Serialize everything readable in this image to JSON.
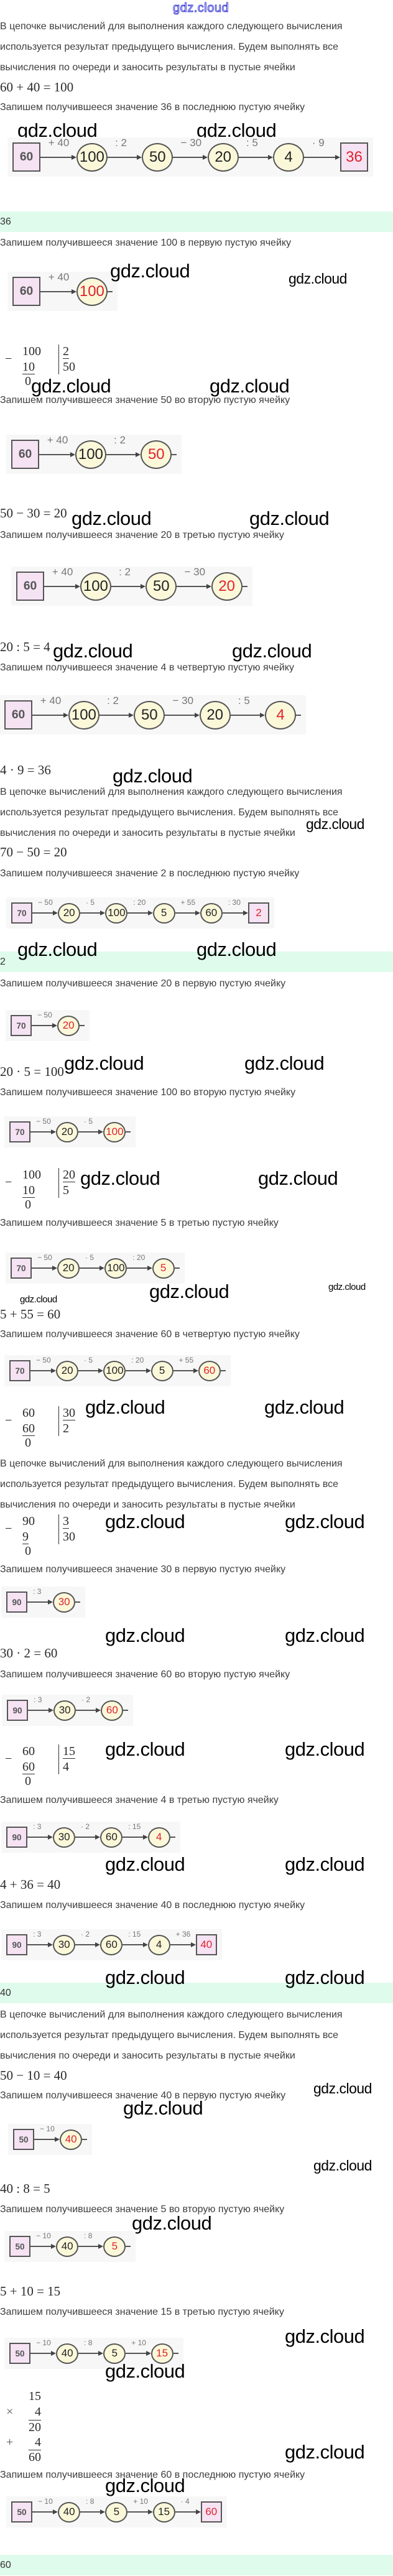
{
  "logo": "gdz.cloud",
  "watermark": "gdz.cloud",
  "colors": {
    "highlight": "#e2222b",
    "answer_bg": "#dffbec",
    "box_fill": "#f5e2f3",
    "circle_fill": "#fbf8da",
    "logo": "#3535d4"
  },
  "intro_lines": [
    "В цепочке вычислений для выполнения каждого следующего вычисления",
    "используется результат предыдущего вычисления. Будем выполнять все",
    "вычисления по очереди и заносить результаты в пустые ячейки"
  ],
  "s1": {
    "f1": "60 + 40 = 100",
    "n_last": "Запишем получившееся значение 36 в последнюю пустую ячейку",
    "answer": "36",
    "n1": "Запишем получившееся значение 100 в первую пустую ячейку",
    "div": {
      "dividend": "100",
      "sub": "10",
      "rem": "0",
      "divisor": "2",
      "quotient": "50"
    },
    "n2": "Запишем получившееся значение 50 во вторую пустую ячейку",
    "f2": "50 − 30 = 20",
    "n3": "Запишем получившееся значение 20 в третью пустую ячейку",
    "f3": "20 : 5 = 4",
    "n4": "Запишем получившееся значение 4 в четвертую пустую ячейку",
    "f4": "4 · 9 = 36",
    "chains": [
      {
        "full": true,
        "red": 5,
        "ops": [
          "+ 40",
          ": 2",
          "− 30",
          ": 5",
          "· 9"
        ],
        "nodes": [
          {
            "value": "60",
            "shape": "box"
          },
          {
            "value": "100",
            "shape": "circle"
          },
          {
            "value": "50",
            "shape": "circle"
          },
          {
            "value": "20",
            "shape": "circle"
          },
          {
            "value": "4",
            "shape": "circle"
          },
          {
            "value": "36",
            "shape": "box"
          }
        ]
      },
      {
        "full": false,
        "red": 1,
        "ops": [
          "+ 40"
        ],
        "nodes": [
          {
            "value": "60",
            "shape": "box"
          },
          {
            "value": "100",
            "shape": "circle"
          }
        ]
      },
      {
        "full": false,
        "red": 2,
        "ops": [
          "+ 40",
          ": 2"
        ],
        "nodes": [
          {
            "value": "60",
            "shape": "box"
          },
          {
            "value": "100",
            "shape": "circle"
          },
          {
            "value": "50",
            "shape": "circle"
          }
        ]
      },
      {
        "full": false,
        "red": 3,
        "ops": [
          "+ 40",
          ": 2",
          "− 30"
        ],
        "nodes": [
          {
            "value": "60",
            "shape": "box"
          },
          {
            "value": "100",
            "shape": "circle"
          },
          {
            "value": "50",
            "shape": "circle"
          },
          {
            "value": "20",
            "shape": "circle"
          }
        ]
      },
      {
        "full": false,
        "red": 4,
        "ops": [
          "+ 40",
          ": 2",
          "− 30",
          ": 5"
        ],
        "nodes": [
          {
            "value": "60",
            "shape": "box"
          },
          {
            "value": "100",
            "shape": "circle"
          },
          {
            "value": "50",
            "shape": "circle"
          },
          {
            "value": "20",
            "shape": "circle"
          },
          {
            "value": "4",
            "shape": "circle"
          }
        ]
      }
    ]
  },
  "s2": {
    "f1": "70 − 50 = 20",
    "n_last": "Запишем получившееся значение 2 в последнюю пустую ячейку",
    "answer": "2",
    "n1": "Запишем получившееся значение 20 в первую пустую ячейку",
    "f2": "20 · 5 = 100",
    "n2": "Запишем получившееся значение 100 во вторую пустую ячейку",
    "div1": {
      "dividend": "100",
      "sub": "10",
      "rem": "0",
      "divisor": "20",
      "quotient": "5"
    },
    "n3": "Запишем получившееся значение 5 в третью пустую ячейку",
    "f3": "5 + 55 = 60",
    "n4": "Запишем получившееся значение 60 в четвертую пустую ячейку",
    "div2": {
      "dividend": "60",
      "sub": "60",
      "rem": "0",
      "divisor": "30",
      "quotient": "2"
    },
    "chains": [
      {
        "full": true,
        "red": 5,
        "ops": [
          "− 50",
          "· 5",
          ": 20",
          "+ 55",
          ": 30"
        ],
        "nodes": [
          {
            "value": "70",
            "shape": "box"
          },
          {
            "value": "20",
            "shape": "circle"
          },
          {
            "value": "100",
            "shape": "circle"
          },
          {
            "value": "5",
            "shape": "circle"
          },
          {
            "value": "60",
            "shape": "circle"
          },
          {
            "value": "2",
            "shape": "box"
          }
        ]
      },
      {
        "full": false,
        "red": 1,
        "ops": [
          "− 50"
        ],
        "nodes": [
          {
            "value": "70",
            "shape": "box"
          },
          {
            "value": "20",
            "shape": "circle"
          }
        ]
      },
      {
        "full": false,
        "red": 2,
        "ops": [
          "− 50",
          "· 5"
        ],
        "nodes": [
          {
            "value": "70",
            "shape": "box"
          },
          {
            "value": "20",
            "shape": "circle"
          },
          {
            "value": "100",
            "shape": "circle"
          }
        ]
      },
      {
        "full": false,
        "red": 3,
        "ops": [
          "− 50",
          "· 5",
          ": 20"
        ],
        "nodes": [
          {
            "value": "70",
            "shape": "box"
          },
          {
            "value": "20",
            "shape": "circle"
          },
          {
            "value": "100",
            "shape": "circle"
          },
          {
            "value": "5",
            "shape": "circle"
          }
        ]
      },
      {
        "full": false,
        "red": 4,
        "ops": [
          "− 50",
          "· 5",
          ": 20",
          "+ 55"
        ],
        "nodes": [
          {
            "value": "70",
            "shape": "box"
          },
          {
            "value": "20",
            "shape": "circle"
          },
          {
            "value": "100",
            "shape": "circle"
          },
          {
            "value": "5",
            "shape": "circle"
          },
          {
            "value": "60",
            "shape": "circle"
          }
        ]
      }
    ]
  },
  "s3": {
    "div1": {
      "dividend": "90",
      "sub": "9",
      "rem": "0",
      "divisor": "3",
      "quotient": "30"
    },
    "n1": "Запишем получившееся значение 30 в первую пустую ячейку",
    "f1": "30 · 2 = 60",
    "n2": "Запишем получившееся значение 60 во вторую пустую ячейку",
    "div2": {
      "dividend": "60",
      "sub": "60",
      "rem": "0",
      "divisor": "15",
      "quotient": "4"
    },
    "n3": "Запишем получившееся значение 4 в третью пустую ячейку",
    "f2": "4 + 36 = 40",
    "n_last": "Запишем получившееся значение 40 в последнюю пустую ячейку",
    "answer": "40",
    "chains": [
      {
        "full": false,
        "red": 1,
        "ops": [
          ": 3"
        ],
        "nodes": [
          {
            "value": "90",
            "shape": "box"
          },
          {
            "value": "30",
            "shape": "circle"
          }
        ]
      },
      {
        "full": false,
        "red": 2,
        "ops": [
          ": 3",
          "· 2"
        ],
        "nodes": [
          {
            "value": "90",
            "shape": "box"
          },
          {
            "value": "30",
            "shape": "circle"
          },
          {
            "value": "60",
            "shape": "circle"
          }
        ]
      },
      {
        "full": false,
        "red": 3,
        "ops": [
          ": 3",
          "· 2",
          ": 15"
        ],
        "nodes": [
          {
            "value": "90",
            "shape": "box"
          },
          {
            "value": "30",
            "shape": "circle"
          },
          {
            "value": "60",
            "shape": "circle"
          },
          {
            "value": "4",
            "shape": "circle"
          }
        ]
      },
      {
        "full": true,
        "red": 4,
        "ops": [
          ": 3",
          "· 2",
          ": 15",
          "+ 36"
        ],
        "nodes": [
          {
            "value": "90",
            "shape": "box"
          },
          {
            "value": "30",
            "shape": "circle"
          },
          {
            "value": "60",
            "shape": "circle"
          },
          {
            "value": "4",
            "shape": "circle"
          },
          {
            "value": "40",
            "shape": "box"
          }
        ]
      }
    ]
  },
  "s4": {
    "f1": "50 − 10 = 40",
    "n1": "Запишем получившееся значение 40 в первую пустую ячейку",
    "f2": "40 : 8 = 5",
    "n2": "Запишем получившееся значение 5 во вторую пустую ячейку",
    "f3": "5 + 10 = 15",
    "n3": "Запишем получившееся значение 15 в третью пустую ячейку",
    "mult": {
      "a": "15",
      "b": "4",
      "p1": "20",
      "add": "4",
      "result": "60",
      "times_sign": "×",
      "plus_sign": "+"
    },
    "n_last": "Запишем получившееся значение 60 в последнюю пустую ячейку",
    "answer": "60",
    "chains": [
      {
        "full": false,
        "red": 1,
        "ops": [
          "− 10"
        ],
        "nodes": [
          {
            "value": "50",
            "shape": "box"
          },
          {
            "value": "40",
            "shape": "circle"
          }
        ]
      },
      {
        "full": false,
        "red": 2,
        "ops": [
          "− 10",
          ": 8"
        ],
        "nodes": [
          {
            "value": "50",
            "shape": "box"
          },
          {
            "value": "40",
            "shape": "circle"
          },
          {
            "value": "5",
            "shape": "circle"
          }
        ]
      },
      {
        "full": false,
        "red": 3,
        "ops": [
          "− 10",
          ": 8",
          "+ 10"
        ],
        "nodes": [
          {
            "value": "50",
            "shape": "box"
          },
          {
            "value": "40",
            "shape": "circle"
          },
          {
            "value": "5",
            "shape": "circle"
          },
          {
            "value": "15",
            "shape": "circle"
          }
        ]
      },
      {
        "full": true,
        "red": 4,
        "ops": [
          "− 10",
          ": 8",
          "+ 10",
          "· 4"
        ],
        "nodes": [
          {
            "value": "50",
            "shape": "box"
          },
          {
            "value": "40",
            "shape": "circle"
          },
          {
            "value": "5",
            "shape": "circle"
          },
          {
            "value": "15",
            "shape": "circle"
          },
          {
            "value": "60",
            "shape": "box"
          }
        ]
      }
    ]
  }
}
